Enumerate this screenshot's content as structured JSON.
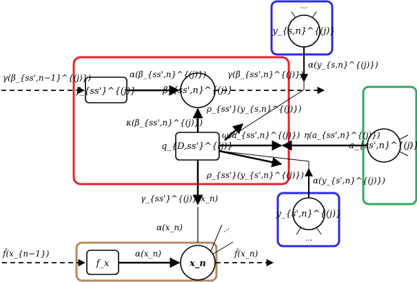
{
  "diagram": {
    "regions": {
      "red": {
        "color": "#e8202a"
      },
      "blue_top": {
        "color": "#2a2ae0"
      },
      "blue_bottom": {
        "color": "#2a2ae0"
      },
      "green": {
        "color": "#2eaa5a"
      },
      "brown": {
        "color": "#b8875a"
      }
    },
    "factors": {
      "f_ss": "f_{ss'}^{(j)}",
      "q_D": "q_{D,ss'}^{(j)}",
      "f_x": "f_x"
    },
    "variables": {
      "beta": "β_{ss',n}^{(j)}",
      "y_s": "y_{s,n}^{(j)}",
      "y_s_prime": "y_{s',n}^{(j)}",
      "a": "a_{ss',n}^{(j)}",
      "x": "x_n"
    },
    "messages": {
      "gamma_beta_in": "γ(β_{ss',n−1}^{(j)})",
      "alpha_beta": "α(β_{ss',n}^{(j)})",
      "gamma_beta_out": "γ(β_{ss',n}^{(j)})",
      "kappa_beta": "κ(β_{ss',n}^{(j)})",
      "rho_ys": "ρ_{ss'}(y_{s,n}^{(j)})",
      "alpha_ys": "α(y_{s,n}^{(j)})",
      "omega_a": "ω(a_{ss',n}^{(j)})",
      "eta_a": "η(a_{ss',n}^{(j)})",
      "rho_ys_prime": "ρ_{ss'}(y_{s',n}^{(j)})",
      "alpha_ys_prime": "α(y_{s',n}^{(j)})",
      "gamma_x": "γ_{ss'}^{(j)}(x_n)",
      "alpha_x_up": "α(x_n)",
      "f_tilde_in": "f̃(x_{n−1})",
      "alpha_x": "α(x_n)",
      "f_tilde_out": "f̃(x_n)"
    },
    "ellipsis": "···"
  }
}
